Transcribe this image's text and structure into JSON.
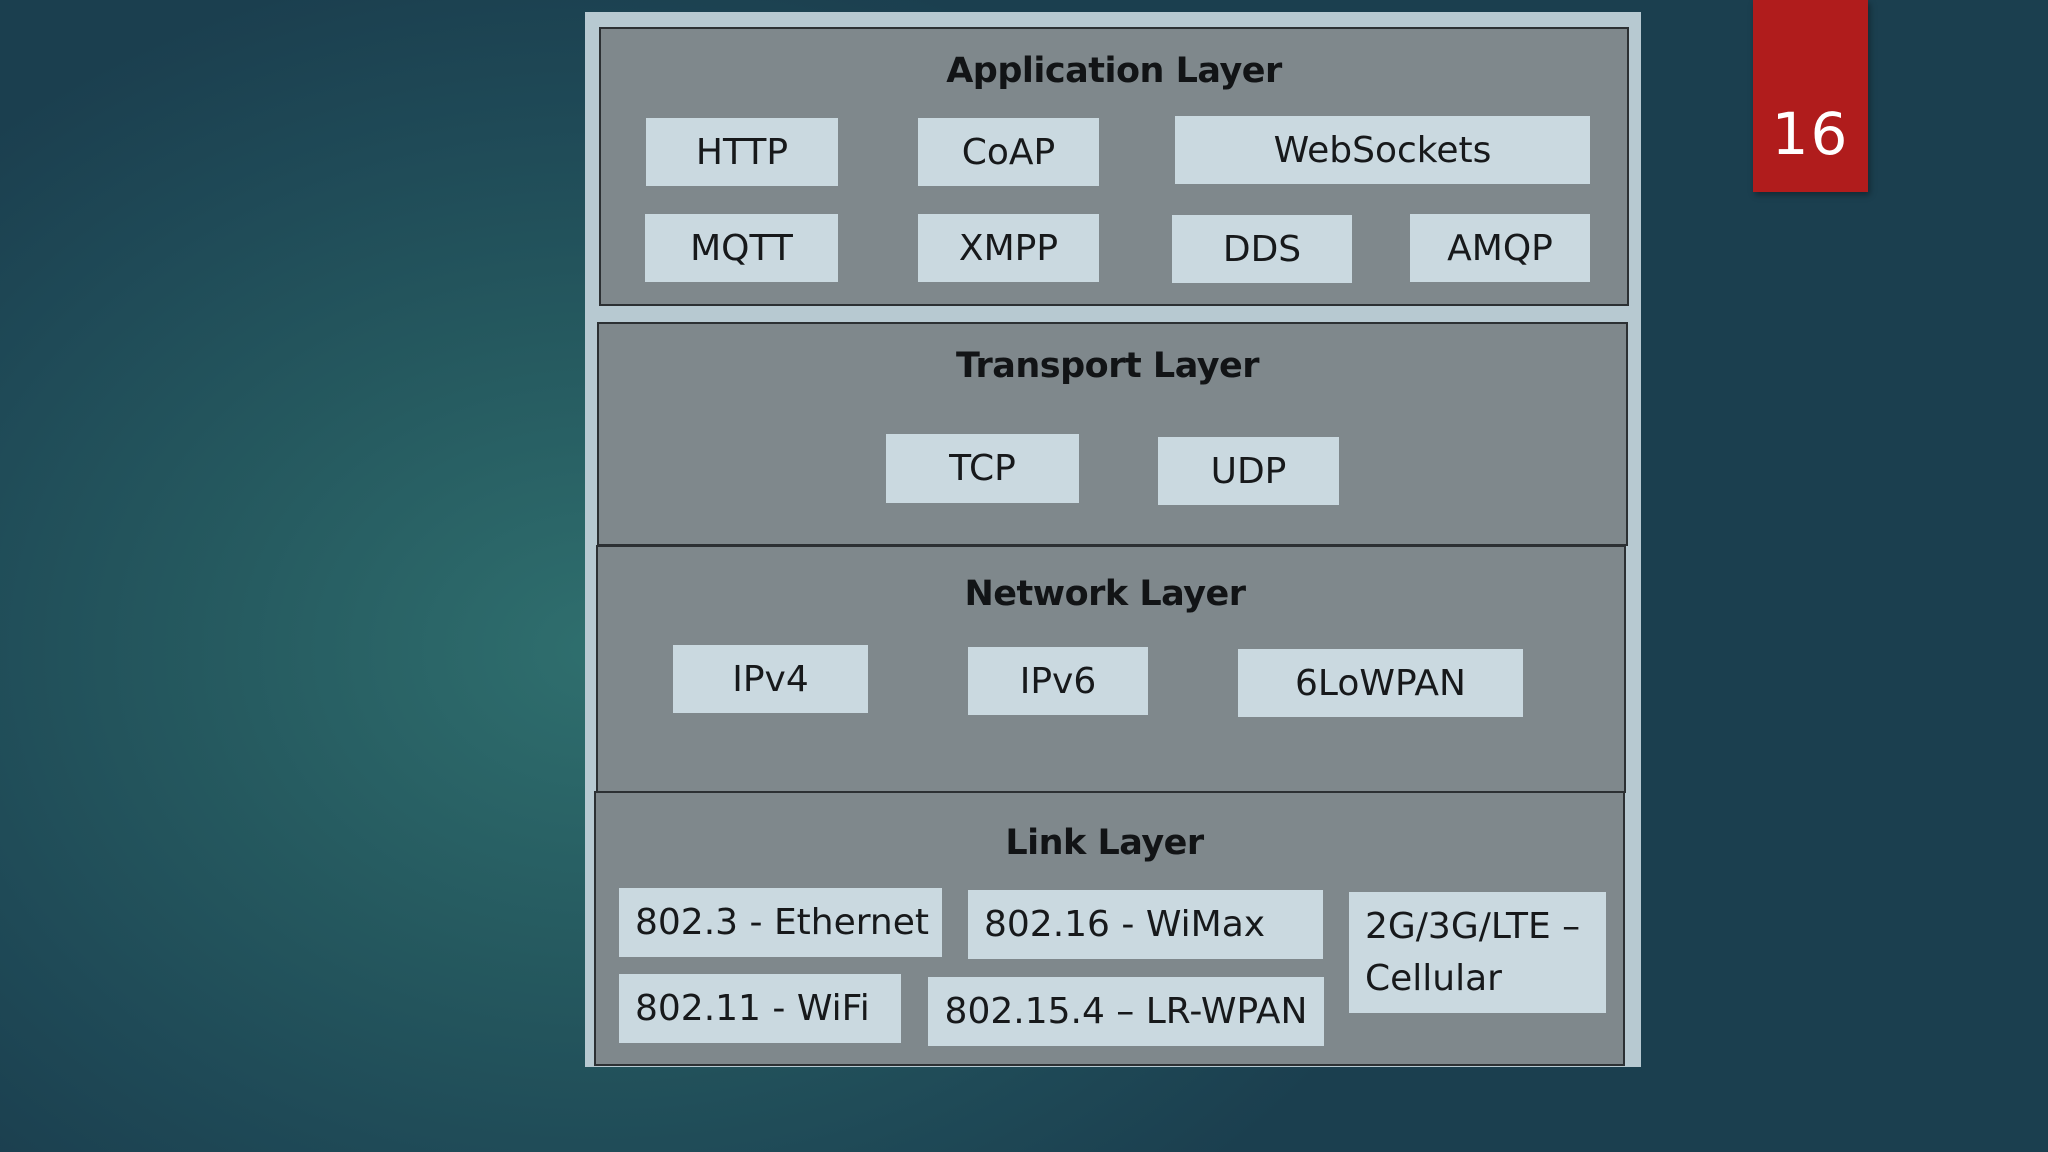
{
  "slide": {
    "number": "16"
  },
  "colors": {
    "background": "#25595f",
    "slide_number_bg": "#b01c1c",
    "figure_frame": "#b7c9d1",
    "layer_fill": "#7f888c",
    "protocol_box": "#cad9e0"
  },
  "diagram": {
    "layers": {
      "application": {
        "title": "Application Layer",
        "protocols": [
          "HTTP",
          "CoAP",
          "WebSockets",
          "MQTT",
          "XMPP",
          "DDS",
          "AMQP"
        ]
      },
      "transport": {
        "title": "Transport Layer",
        "protocols": [
          "TCP",
          "UDP"
        ]
      },
      "network": {
        "title": "Network Layer",
        "protocols": [
          "IPv4",
          "IPv6",
          "6LoWPAN"
        ]
      },
      "link": {
        "title": "Link Layer",
        "protocols": [
          "802.3 - Ethernet",
          "802.16 - WiMax",
          "2G/3G/LTE –",
          "Cellular",
          "802.11 - WiFi",
          "802.15.4 – LR-WPAN"
        ]
      }
    }
  }
}
